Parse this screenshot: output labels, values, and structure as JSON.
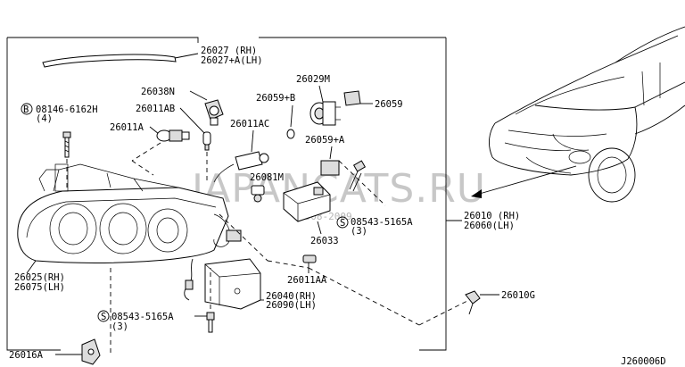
{
  "diagram_code": "J260006D",
  "watermark": {
    "text": "JAPANCATS.RU",
    "date": "2508-2009"
  },
  "callouts": {
    "c26027": [
      "26027 (RH)",
      "26027+A(LH)"
    ],
    "c08146": [
      "08146-6162H",
      "(4)"
    ],
    "c26038N": "26038N",
    "c26011AB": "26011AB",
    "c26011A": "26011A",
    "c26011AC": "26011AC",
    "c26059B": "26059+B",
    "c26029M": "26029M",
    "c26059": "26059",
    "c26059A": "26059+A",
    "c26081M": "26081M",
    "c08543_right": [
      "08543-5165A",
      "(3)"
    ],
    "c26033": "26033",
    "c26010": [
      "26010 (RH)",
      "26060(LH)"
    ],
    "c26025": [
      "26025(RH)",
      "26075(LH)"
    ],
    "c26011AA": "26011AA",
    "c26040": [
      "26040(RH)",
      "26090(LH)"
    ],
    "c08543_left": [
      "08543-5165A",
      "(3)"
    ],
    "c26010G": "26010G",
    "c26016A": "26016A"
  },
  "bolt_prefix": "B",
  "screw_prefix": "S"
}
